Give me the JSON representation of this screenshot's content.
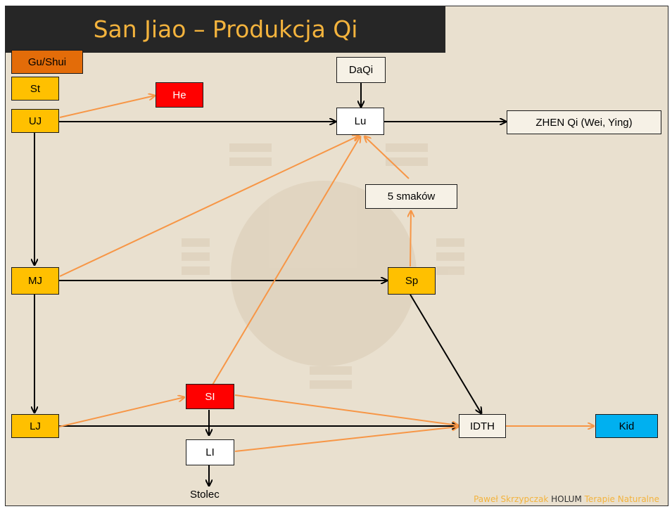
{
  "title": "San Jiao – Produkcja Qi",
  "colors": {
    "slide_bg": "#e9e0cf",
    "title_bar": "#262626",
    "title_text": "#f3b33d",
    "black_arrow": "#000000",
    "orange_arrow": "#f79646",
    "yellow": "#ffc000",
    "red": "#ff0000",
    "blue": "#00b0f0",
    "brown_orange": "#e36c09"
  },
  "nodes": {
    "gushui": "Gu/Shui",
    "st": "St",
    "uj": "UJ",
    "he": "He",
    "daqi": "DaQi",
    "lu": "Lu",
    "zhenqi": "ZHEN Qi (Wei, Ying)",
    "smaki": "5 smaków",
    "mj": "MJ",
    "sp": "Sp",
    "lj": "LJ",
    "si": "SI",
    "li": "LI",
    "idth": "IDTH",
    "kid": "Kid",
    "stolec": "Stolec"
  },
  "footer": {
    "author": "Paweł Skrzypczak",
    "brand": "HOLUM",
    "tagline": "Terapie Naturalne"
  }
}
